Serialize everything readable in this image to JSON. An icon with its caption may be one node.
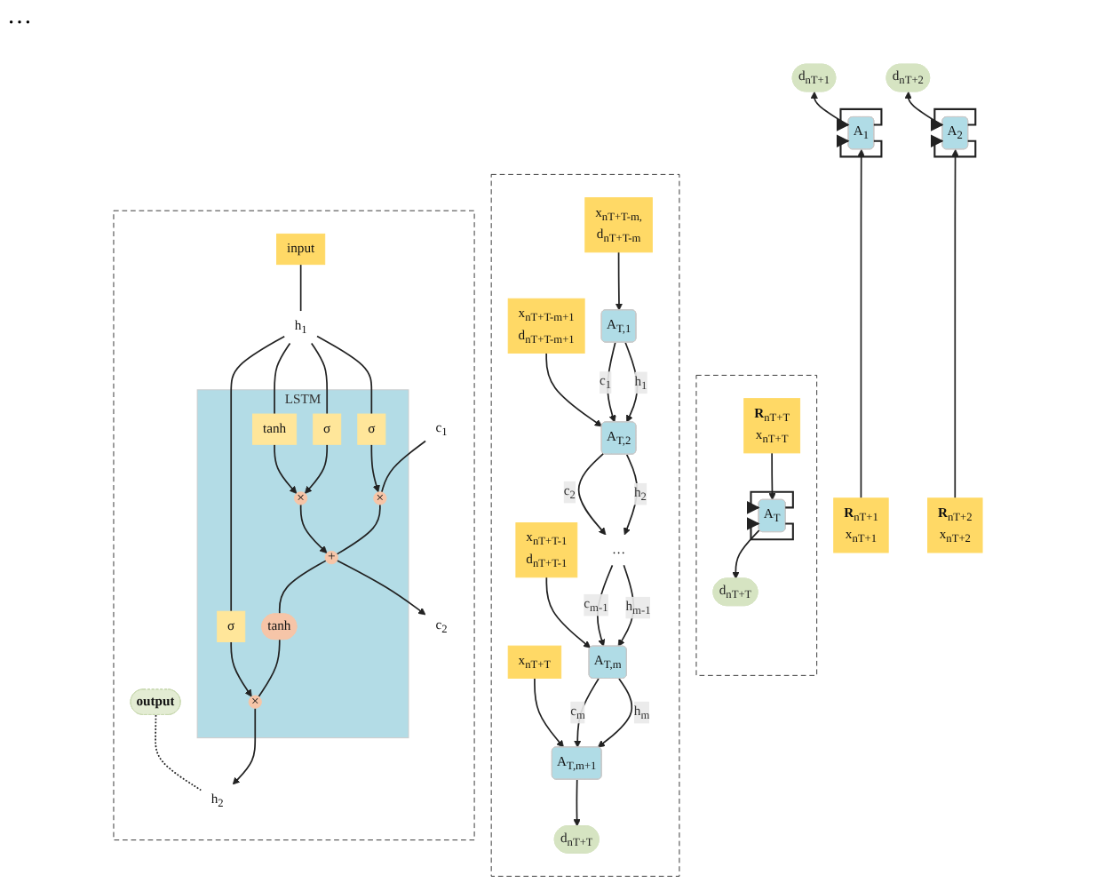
{
  "diagram": {
    "nodes": [
      {
        "text": [
          "d$_{nT+1}$"
        ]
      },
      {
        "text": [
          "A$_{1}$"
        ]
      },
      {
        "text": [
          "**R**$_{nT+1}$",
          "x$_{nT+1}$"
        ]
      },
      {
        "text": [
          "d$_{nT+2}$"
        ]
      },
      {
        "text": [
          "A$_{2}$"
        ]
      },
      {
        "text": [
          "**R**$_{nT+2}$",
          "x$_{nT+2}$"
        ]
      },
      {
        "text": [],
        "shape": "box"
      },
      {
        "text": [
          "d$_{nT+T}$"
        ],
        "in": 6
      },
      {
        "text": [
          "A$_{T}$"
        ],
        "in": 6
      },
      {
        "text": [
          "**R**$_{nT+T}$",
          "x$_{nT+T}$"
        ],
        "in": 6
      },
      {
        "text": [],
        "shape": "box"
      },
      {
        "text": [
          "A$_{T,1}$"
        ],
        "in": 10
      },
      {
        "text": [
          "x$_{nT+T-m,}$",
          "d$_{nT+T-m}$"
        ],
        "in": 10
      },
      {
        "text": [
          "A$_{T,2}$"
        ],
        "in": 10
      },
      {
        "text": [
          "x$_{nT+T-m+1}$",
          "d$_{nT+T-m+1}$"
        ],
        "in": 10
      },
      {
        "text": [
          "…"
        ],
        "in": 10
      },
      {
        "text": [
          "A$_{T,m}$"
        ],
        "in": 10
      },
      {
        "text": [
          "x$_{nT+T-1}$",
          "d$_{nT+T-1}$"
        ],
        "in": 10
      },
      {
        "text": [
          "d$_{nT+T}$"
        ],
        "in": 10
      },
      {
        "text": [
          "A$_{T,m+1}$"
        ],
        "in": 10
      },
      {
        "text": [
          "x$_{nT+T}$"
        ],
        "in": 10
      },
      {
        "text": [],
        "shape": "box"
      },
      {
        "text": [
          "output"
        ],
        "in": 21
      },
      {
        "text": [
          "LSTM"
        ],
        "in": 21
      },
      {
        "text": [
          "c$_{1}$"
        ],
        "in": 21
      },
      {
        "text": [
          "×"
        ],
        "in": 23
      },
      {
        "text": [
          "+"
        ],
        "in": 23
      },
      {
        "text": [
          "c$_{2}$"
        ],
        "in": 21
      },
      {
        "text": [
          "tanh"
        ],
        "in": 23
      },
      {
        "text": [
          "×"
        ],
        "in": 23
      },
      {
        "text": [
          "×"
        ],
        "in": 23
      },
      {
        "text": [
          "σ"
        ],
        "in": 23
      },
      {
        "text": [
          "σ"
        ],
        "in": 23
      },
      {
        "text": [
          "tanh"
        ],
        "in": 23
      },
      {
        "text": [
          "σ"
        ],
        "in": 23
      },
      {
        "text": [
          "h$_{1}$"
        ],
        "in": 21
      },
      {
        "text": [
          "h$_{2}$"
        ],
        "in": 21
      },
      {
        "text": [
          "input"
        ],
        "in": 21
      }
    ],
    "edges": [
      {
        "from": 2,
        "to": 1,
        "arrow": "to"
      },
      {
        "from": 1,
        "to": 0,
        "arrow": "to"
      },
      {
        "from": 1,
        "to": 1,
        "arrow": "to"
      },
      {
        "from": 1,
        "to": 1,
        "arrow": "to"
      },
      {
        "from": 5,
        "to": 4,
        "arrow": "to"
      },
      {
        "from": 4,
        "to": 3,
        "arrow": "to"
      },
      {
        "from": 4,
        "to": 4,
        "arrow": "to"
      },
      {
        "from": 4,
        "to": 4,
        "arrow": "to"
      },
      {
        "from": 9,
        "to": 8,
        "arrow": "to"
      },
      {
        "from": 8,
        "to": 7,
        "arrow": "to"
      },
      {
        "from": 8,
        "to": 8,
        "arrow": "to"
      },
      {
        "from": 8,
        "to": 8,
        "arrow": "to"
      },
      {
        "from": 12,
        "to": 11,
        "arrow": "to"
      },
      {
        "from": 14,
        "to": 13,
        "arrow": "to"
      },
      {
        "from": 17,
        "to": 16,
        "arrow": "to"
      },
      {
        "from": 20,
        "to": 19,
        "arrow": "to"
      },
      {
        "from": 19,
        "to": 18,
        "arrow": "to"
      },
      {
        "from": 11,
        "to": 13,
        "label": "c$_{1}$",
        "arrow": "to"
      },
      {
        "from": 11,
        "to": 13,
        "label": "h$_{1}$",
        "arrow": "to"
      },
      {
        "from": 13,
        "to": 15,
        "label": "c$_{2}$",
        "arrow": "to"
      },
      {
        "from": 13,
        "to": 15,
        "label": "h$_{2}$",
        "arrow": "to"
      },
      {
        "from": 15,
        "to": 16,
        "label": "c$_{m-1}$",
        "arrow": "to"
      },
      {
        "from": 15,
        "to": 16,
        "label": "h$_{m-1}$",
        "arrow": "to"
      },
      {
        "from": 16,
        "to": 19,
        "label": "c$_{m}$",
        "arrow": "to"
      },
      {
        "from": 16,
        "to": 19,
        "label": "h$_{m}$",
        "arrow": "to"
      },
      {
        "from": 24,
        "to": 25,
        "arrow": "none"
      },
      {
        "from": 25,
        "to": 26,
        "arrow": "none"
      },
      {
        "from": 26,
        "to": 27,
        "arrow": "to"
      },
      {
        "from": 26,
        "to": 28,
        "arrow": "none"
      },
      {
        "from": 28,
        "to": 30,
        "arrow": "none"
      },
      {
        "from": 31,
        "to": 25,
        "arrow": "to"
      },
      {
        "from": 32,
        "to": 29,
        "arrow": "to"
      },
      {
        "from": 33,
        "to": 29,
        "arrow": "to"
      },
      {
        "from": 29,
        "to": 26,
        "arrow": "to"
      },
      {
        "from": 34,
        "to": 30,
        "arrow": "to"
      },
      {
        "from": 30,
        "to": 36,
        "arrow": "to"
      },
      {
        "from": 35,
        "to": 31,
        "arrow": "none"
      },
      {
        "from": 35,
        "to": 32,
        "arrow": "none"
      },
      {
        "from": 35,
        "to": 33,
        "arrow": "none"
      },
      {
        "from": 35,
        "to": 34,
        "arrow": "none"
      },
      {
        "from": 37,
        "to": 35,
        "arrow": "none"
      },
      {
        "from": 22,
        "to": 36,
        "arrow": "none",
        "style": "dashed"
      }
    ],
    "labels": [
      "…"
    ]
  }
}
